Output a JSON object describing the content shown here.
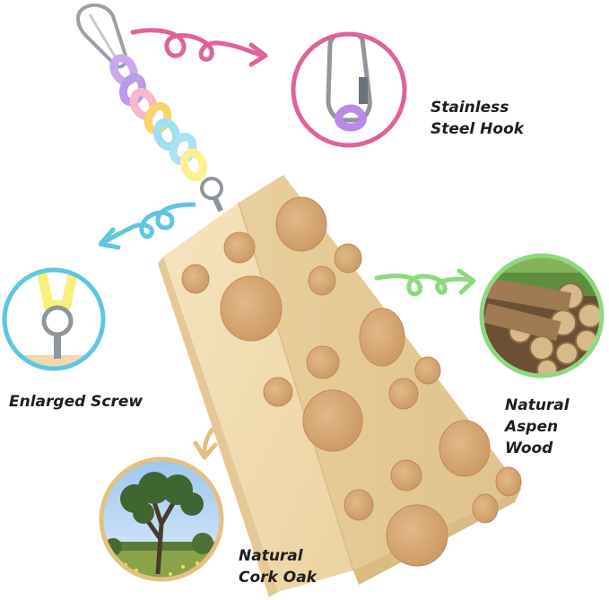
{
  "features": {
    "hook": {
      "line1": "Stainless",
      "line2": "Steel Hook"
    },
    "screw": {
      "line1": "Enlarged Screw"
    },
    "aspen": {
      "line1": "Natural",
      "line2": "Aspen Wood"
    },
    "cork": {
      "line1": "Natural",
      "line2": "Cork Oak"
    }
  },
  "colors": {
    "hook_ring": "#e0629a",
    "screw_ring": "#5ec6e0",
    "aspen_ring": "#8ed880",
    "cork_ring": "#e2c182",
    "wood": "#f1d9ad",
    "cork": "#d8aa74"
  },
  "icons": [
    "carabiner-hook",
    "acrylic-chain",
    "eye-screw",
    "log-pile",
    "cork-oak-tree",
    "curly-arrow"
  ]
}
